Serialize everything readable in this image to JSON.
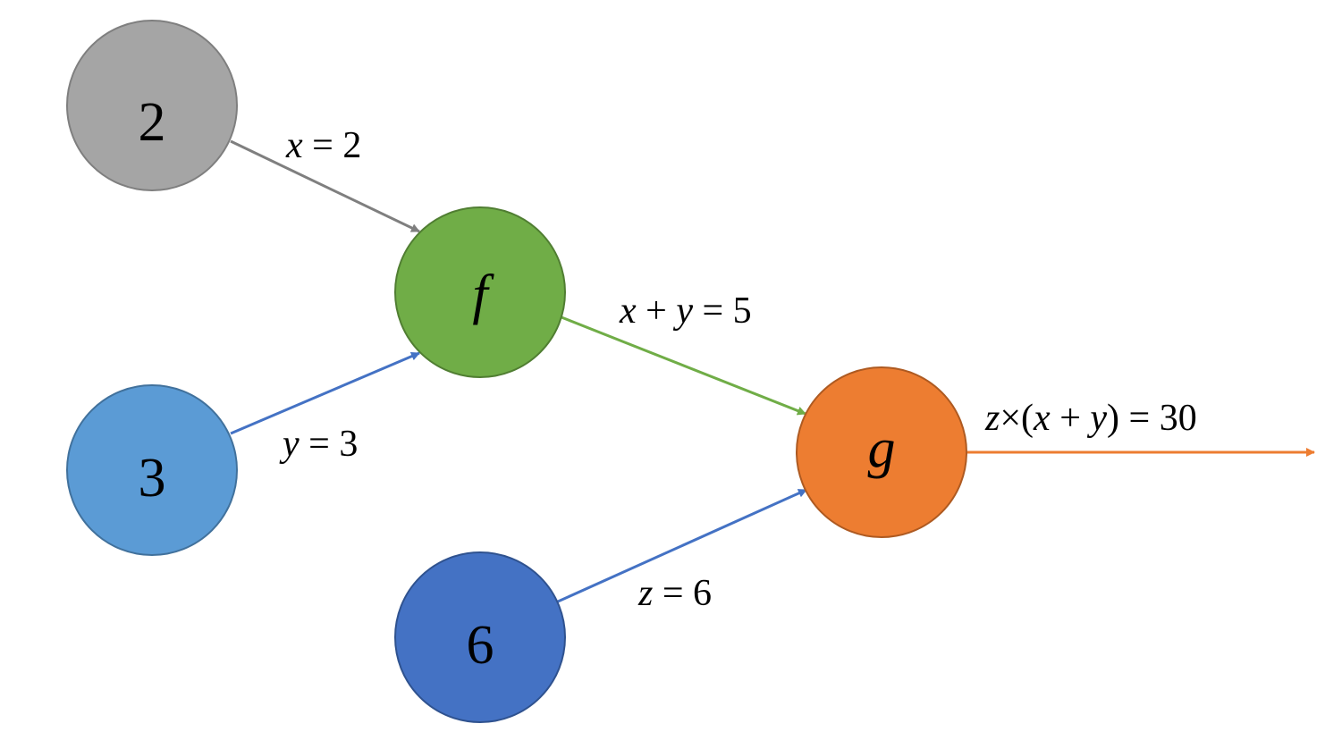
{
  "nodes": {
    "input_x": {
      "label": "2",
      "color": "#a5a5a5"
    },
    "input_y": {
      "label": "3",
      "color": "#5b9bd5"
    },
    "input_z": {
      "label": "6",
      "color": "#4472c4"
    },
    "func_f": {
      "label": "f",
      "color": "#70ad47"
    },
    "func_g": {
      "label": "g",
      "color": "#ed7d31"
    }
  },
  "edges": {
    "x_to_f": {
      "var": "x",
      "rest": " = 2",
      "color": "#7f7f7f"
    },
    "y_to_f": {
      "var": "y",
      "rest": " = 3",
      "color": "#4472c4"
    },
    "f_to_g": {
      "var1": "x",
      "op": " + ",
      "var2": "y",
      "rest": " = 5",
      "color": "#70ad47"
    },
    "z_to_g": {
      "var": "z",
      "rest": " = 6",
      "color": "#4472c4"
    },
    "g_out": {
      "var1": "z",
      "op1": "×(",
      "var2": "x",
      "op2": " + ",
      "var3": "y",
      "rest": ") = 30",
      "color": "#ed7d31"
    }
  }
}
